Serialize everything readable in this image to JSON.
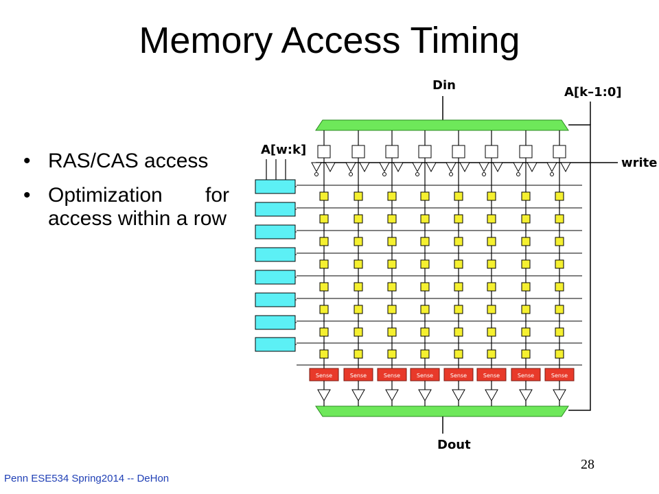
{
  "slide": {
    "title": "Memory Access Timing",
    "bullets": [
      "RAS/CAS access",
      "Optimization for access within a row"
    ],
    "footer": "Penn ESE534 Spring2014 -- DeHon",
    "page_number": "28"
  },
  "diagram": {
    "label_din": "Din",
    "label_dout": "Dout",
    "label_addr_high": "A[k–1:0]",
    "label_addr_low": "A[w:k]",
    "label_write": "write",
    "sense_label": "Sense",
    "colors": {
      "bus": "#6ee85a",
      "decoder": "#5cf0f5",
      "sense": "#e83a2a",
      "cell": "#f5f030",
      "line": "#000000"
    },
    "columns": 8,
    "rows": 8
  }
}
